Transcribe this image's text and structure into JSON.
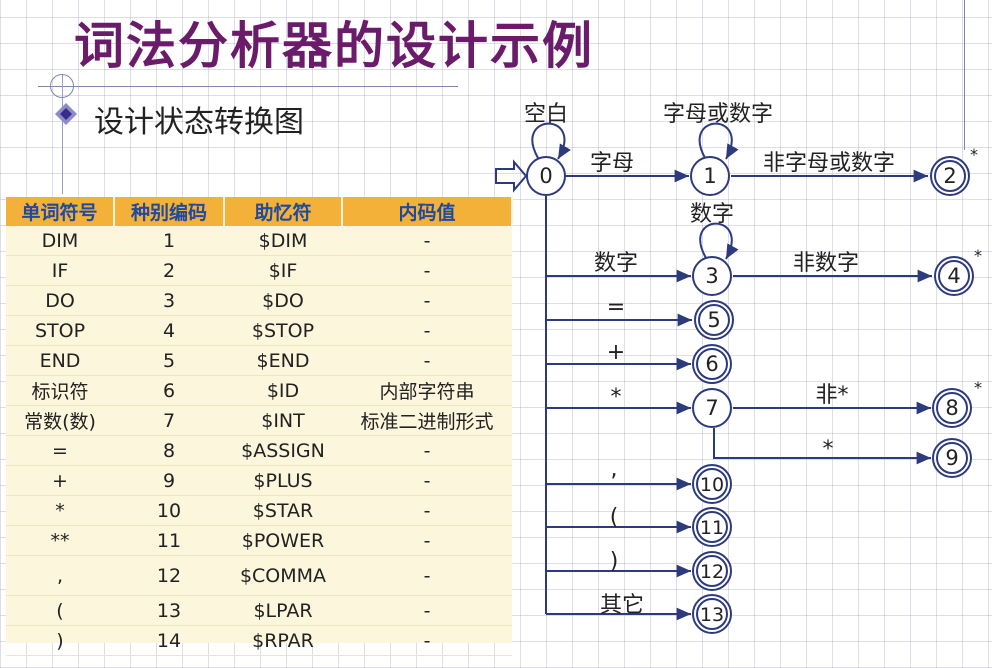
{
  "title": "词法分析器的设计示例",
  "subtitle": "设计状态转换图",
  "table": {
    "headers": [
      "单词符号",
      "种别编码",
      "助忆符",
      "内码值"
    ],
    "rows": [
      [
        "DIM",
        "1",
        "$DIM",
        "-"
      ],
      [
        "IF",
        "2",
        "$IF",
        "-"
      ],
      [
        "DO",
        "3",
        "$DO",
        "-"
      ],
      [
        "STOP",
        "4",
        "$STOP",
        "-"
      ],
      [
        "END",
        "5",
        "$END",
        "-"
      ],
      [
        "标识符",
        "6",
        "$ID",
        "内部字符串"
      ],
      [
        "常数(数)",
        "7",
        "$INT",
        "标准二进制形式"
      ],
      [
        "=",
        "8",
        "$ASSIGN",
        "-"
      ],
      [
        "+",
        "9",
        "$PLUS",
        "-"
      ],
      [
        "*",
        "10",
        "$STAR",
        "-"
      ],
      [
        "**",
        "11",
        "$POWER",
        "-"
      ],
      [
        ",",
        "12",
        "$COMMA",
        "-"
      ],
      [
        "(",
        "13",
        "$LPAR",
        "-"
      ],
      [
        ")",
        "14",
        "$RPAR",
        "-"
      ]
    ]
  },
  "diagram": {
    "states": [
      "0",
      "1",
      "2",
      "3",
      "4",
      "5",
      "6",
      "7",
      "8",
      "9",
      "10",
      "11",
      "12",
      "13"
    ],
    "accepting": [
      "2",
      "4",
      "5",
      "6",
      "8",
      "9",
      "10",
      "11",
      "12",
      "13"
    ],
    "retract_marks": [
      "*",
      "*",
      "*"
    ],
    "labels": {
      "loop0": "空白",
      "loop1": "字母或数字",
      "loop3": "数字",
      "e0_1": "字母",
      "e1_2": "非字母或数字",
      "e0_3": "数字",
      "e3_4": "非数字",
      "e0_5": "=",
      "e0_6": "+",
      "e0_7": "*",
      "e7_8": "非*",
      "e7_9": "*",
      "e0_10": ",",
      "e0_11": "(",
      "e0_12": ")",
      "e0_13": "其它"
    }
  }
}
